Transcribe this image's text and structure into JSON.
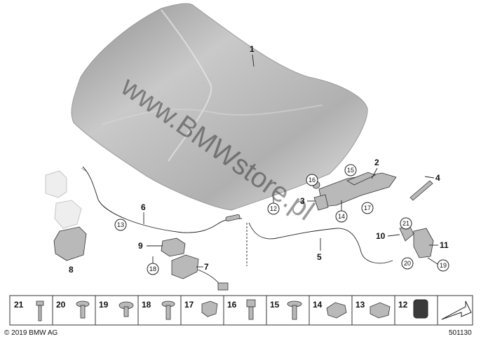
{
  "diagram": {
    "callouts": [
      "1",
      "2",
      "3",
      "4",
      "5",
      "6",
      "7",
      "8",
      "9",
      "10",
      "11"
    ],
    "circled_callouts": [
      "12",
      "13",
      "14",
      "16",
      "17",
      "18",
      "19",
      "20",
      "21"
    ],
    "legend": [
      "21",
      "20",
      "19",
      "18",
      "17",
      "16",
      "15",
      "14",
      "13",
      "12"
    ],
    "watermark": "www.BMWstore.pl",
    "copyright": "© 2019 BMW AG",
    "diagram_number": "501130"
  }
}
